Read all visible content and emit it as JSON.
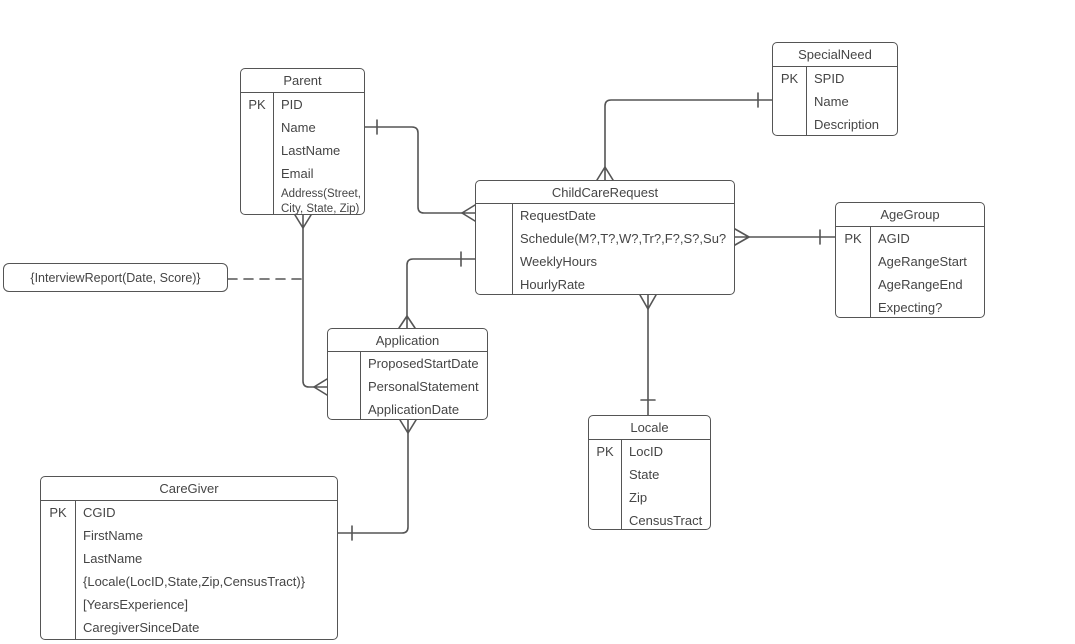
{
  "diagram_type": "entity-relationship-diagram",
  "colors": {
    "background": "#ffffff",
    "line_stroke": "#555555",
    "text": "#454545"
  },
  "entities": [
    {
      "name": "Parent",
      "pk": "PK",
      "attrs": [
        "PID",
        "Name",
        "LastName",
        "Email",
        "Address(Street, City, State, Zip)"
      ]
    },
    {
      "name": "SpecialNeed",
      "pk": "PK",
      "attrs": [
        "SPID",
        "Name",
        "Description"
      ]
    },
    {
      "name": "ChildCareRequest",
      "pk": "",
      "attrs": [
        "RequestDate",
        "Schedule(M?,T?,W?,Tr?,F?,S?,Su?",
        "WeeklyHours",
        "HourlyRate"
      ]
    },
    {
      "name": "AgeGroup",
      "pk": "PK",
      "attrs": [
        "AGID",
        "AgeRangeStart",
        "AgeRangeEnd",
        "Expecting?"
      ]
    },
    {
      "name": "Application",
      "pk": "",
      "attrs": [
        "ProposedStartDate",
        "PersonalStatement",
        "ApplicationDate"
      ]
    },
    {
      "name": "Locale",
      "pk": "PK",
      "attrs": [
        "LocID",
        "State",
        "Zip",
        "CensusTract"
      ]
    },
    {
      "name": "CareGiver",
      "pk": "PK",
      "attrs": [
        "CGID",
        "FirstName",
        "LastName",
        "{Locale(LocID,State,Zip,CensusTract)}",
        "[YearsExperience]",
        "CaregiverSinceDate"
      ]
    }
  ],
  "note": {
    "text": "{InterviewReport(Date, Score)}"
  },
  "relationships": [
    {
      "from": "Parent",
      "to": "ChildCareRequest",
      "from_end": "one-tick",
      "to_end": "many-crowsfoot",
      "style": "solid"
    },
    {
      "from": "SpecialNeed",
      "to": "ChildCareRequest",
      "from_end": "one-tick",
      "to_end": "many-crowsfoot",
      "style": "solid"
    },
    {
      "from": "AgeGroup",
      "to": "ChildCareRequest",
      "from_end": "one-tick",
      "to_end": "many-crowsfoot",
      "style": "solid"
    },
    {
      "from": "Locale",
      "to": "ChildCareRequest",
      "from_end": "one-tick",
      "to_end": "many-crowsfoot",
      "style": "solid"
    },
    {
      "from": "ChildCareRequest",
      "to": "Application",
      "from_end": "one-tick",
      "to_end": "many-crowsfoot",
      "style": "solid"
    },
    {
      "from": "Parent",
      "to": "Application",
      "from_end": "many-crowsfoot",
      "to_end": "many-crowsfoot",
      "style": "solid"
    },
    {
      "from": "CareGiver",
      "to": "Application",
      "from_end": "one-tick",
      "to_end": "many-crowsfoot",
      "style": "solid"
    },
    {
      "from": "InterviewReport",
      "to": "Parent-Application relationship",
      "from_end": "none",
      "to_end": "none",
      "style": "dashed"
    }
  ]
}
